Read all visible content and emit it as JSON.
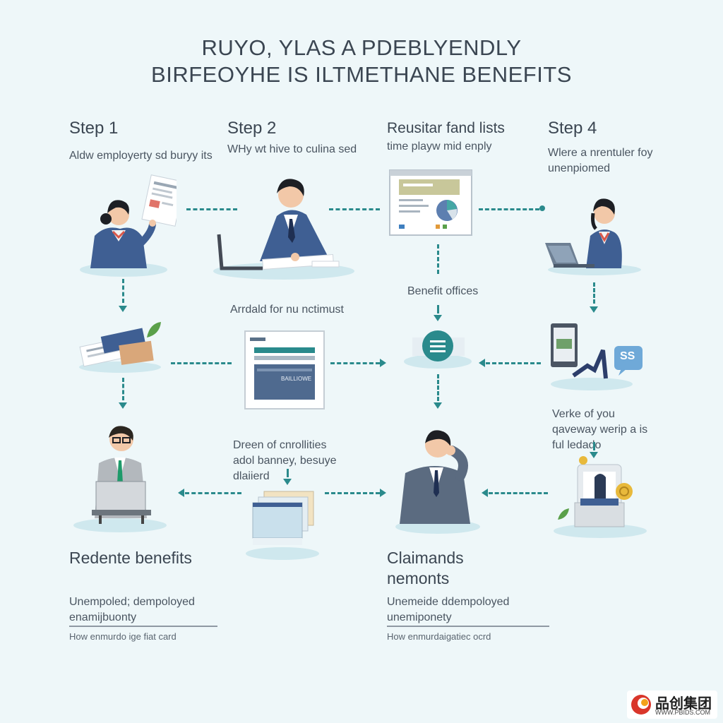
{
  "title": {
    "line1": "RUYO, YLAS A PDEBLYENDLY",
    "line2": "BIRFEOYHE IS ILTMETHANE BENEFITS"
  },
  "steps": [
    {
      "label": "Step 1",
      "desc": "Aldw employerty sd buryy its"
    },
    {
      "label": "Step 2",
      "desc": "WHy wt hive to culina sed"
    },
    {
      "label": "Reusitar fand lists",
      "desc": "time playw mid enply"
    },
    {
      "label": "Step 4",
      "desc": "Wlere a nrentuler foy unenpiomed"
    }
  ],
  "middle": {
    "benefit_offices": "Benefit offices",
    "apply_label": "Arrdald for nu nctimust",
    "verify_label": "Verke of you qaveway werip a is ful ledado",
    "dreen_label": "Dreen of cnrollities adol banney, besuye dlaiierd",
    "screen_tag": "BAILLIOWE"
  },
  "bottom_left": {
    "heading": "Redente benefits",
    "sub": "Unempoled; dempoloyed enamijbuonty",
    "foot": "How enmurdo ige fiat card"
  },
  "bottom_right": {
    "heading": "Claimands nemonts",
    "sub": "Unemeide ddempoloyed unemiponety",
    "foot": "How enmurdaigatiec ocrd"
  },
  "chat_bubble": "SS",
  "watermark": {
    "brand": "品创集团",
    "url": "WWW.PBIDS.COM"
  },
  "colors": {
    "accent": "#2a8a8c",
    "suit": "#3f5f93",
    "background": "#eef7f9"
  }
}
